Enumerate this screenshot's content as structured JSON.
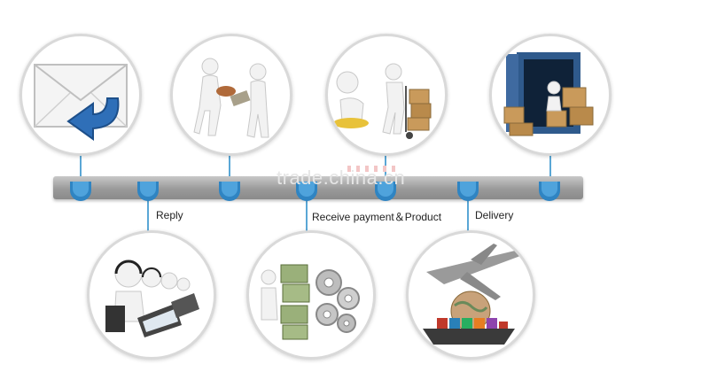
{
  "watermark": "trade.china.cn",
  "labels": {
    "reply": "Reply",
    "receive": "Receive payment＆Product",
    "delivery": "Delivery"
  },
  "steps_top": [
    {
      "icon": "email-reply-icon"
    },
    {
      "icon": "handshake-payment-icon"
    },
    {
      "icon": "packing-cart-icon"
    },
    {
      "icon": "container-loading-icon"
    }
  ],
  "steps_bottom": [
    {
      "icon": "call-center-icon"
    },
    {
      "icon": "money-gears-icon"
    },
    {
      "icon": "plane-ship-globe-icon"
    }
  ],
  "colors": {
    "accent": "#2f84c2",
    "bar": "#9a9a9a",
    "ring": "#d9d9d9"
  }
}
